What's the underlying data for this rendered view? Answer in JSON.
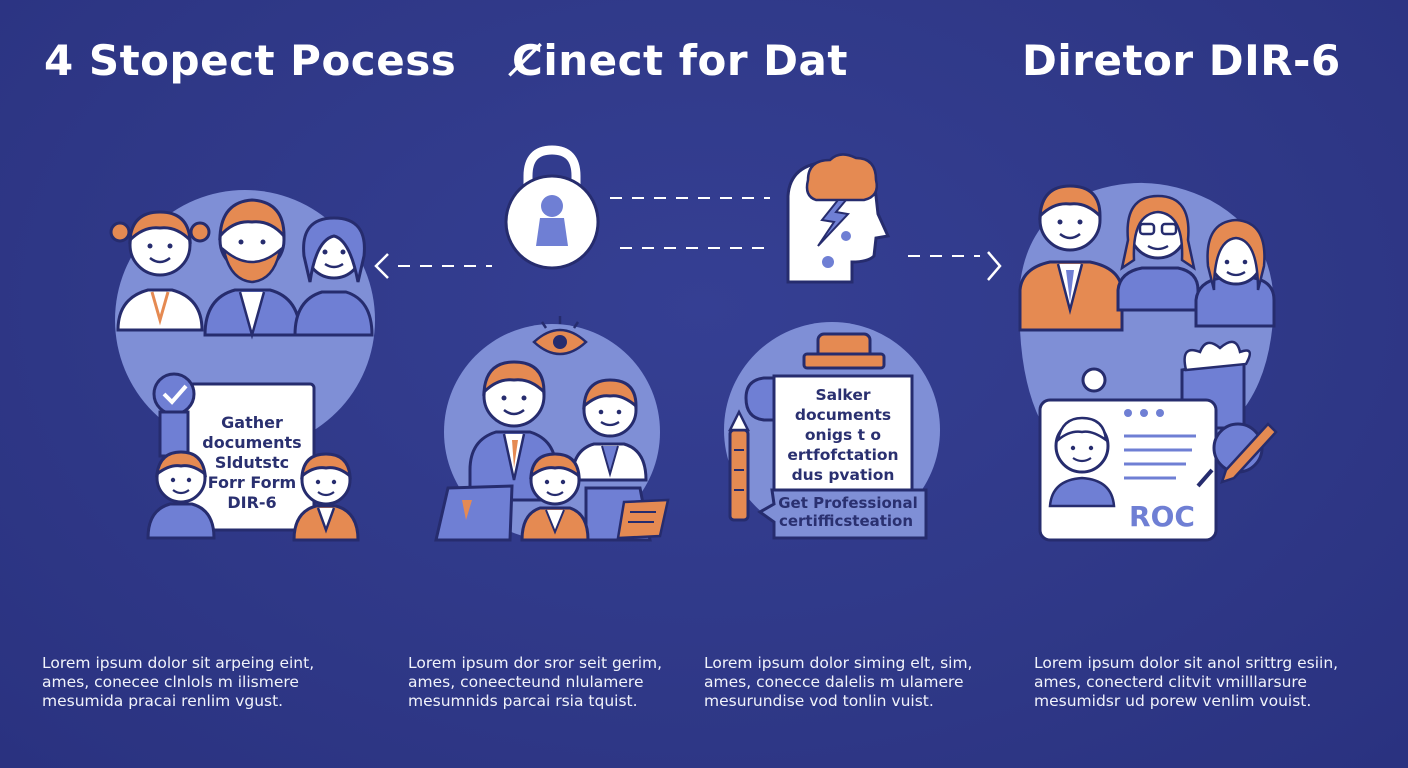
{
  "titles": {
    "left": "4 Stopect Pocess",
    "center": "C̸inect for Dat",
    "right": "Diretor DIR-6"
  },
  "cards": {
    "gather": [
      "Gather",
      "documents",
      "Sldutstc",
      "Forr Form",
      "DIR-6"
    ],
    "salker": [
      "Salker",
      "documents",
      "onigs t o",
      "ertfofctation",
      "dus pvation"
    ],
    "certification": [
      "Get Professional",
      "certifficsteation"
    ],
    "roc_label": "ROC"
  },
  "descriptions": [
    {
      "line1": "Lorem ipsum dolor sit arpeing eint,",
      "line2": "ames, conecee clnlols m ilismere",
      "line3": "mesumida pracai renlim vgust."
    },
    {
      "line1": "Lorem ipsum dor sror seit gerim,",
      "line2": "ames, coneecteund nlulamere",
      "line3": "mesumnids parcai rsia tquist."
    },
    {
      "line1": "Lorem ipsum dolor siming elt, sim,",
      "line2": "ames, conecce dalelis m ulamere",
      "line3": "mesurundise vod tonlin vuist."
    },
    {
      "line1": "Lorem ipsum dolor sit anol srittrg esiin,",
      "line2": "ames, conecterd clitvit vmilllarsure",
      "line3": "mesumidsr ud porew venlim vouist."
    }
  ],
  "colors": {
    "background": "#2f3887",
    "circle": "#7f8fd6",
    "accent_orange": "#e58a52",
    "accent_blue": "#6f7fd4",
    "outline": "#262c6e"
  },
  "icons": [
    "lock-icon",
    "head-brain-icon",
    "arrow-left-icon",
    "arrow-right-icon",
    "eye-icon",
    "checkmark-badge-icon",
    "clipboard-icon",
    "pencil-icon",
    "id-card-icon"
  ]
}
